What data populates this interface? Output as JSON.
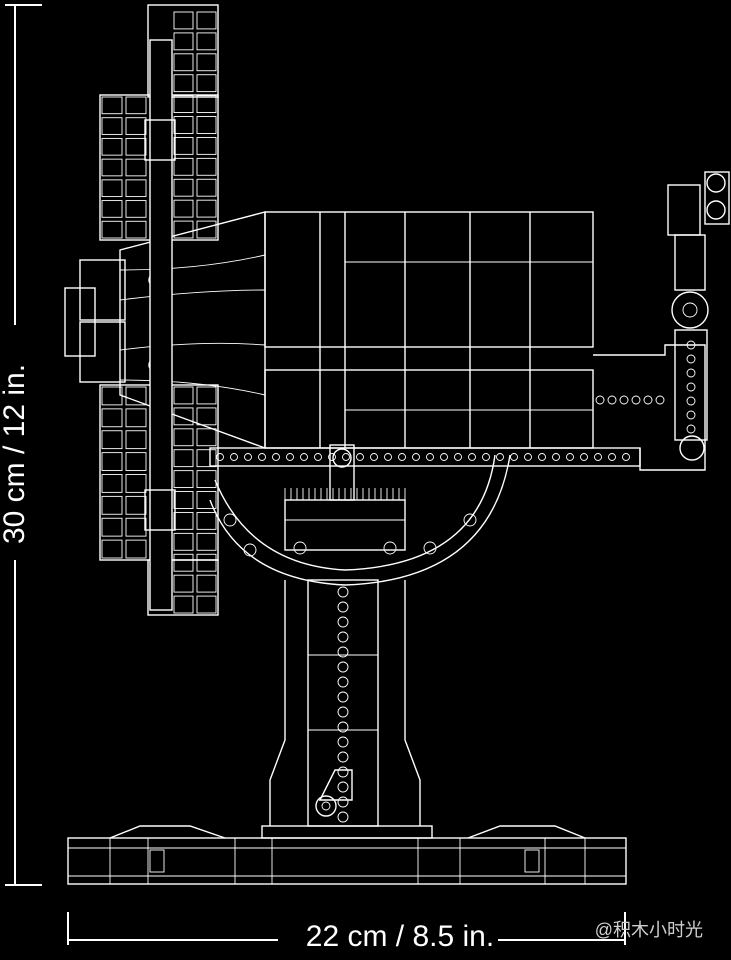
{
  "dimensions": {
    "height": "30 cm / 12 in.",
    "width": "22 cm / 8.5 in."
  },
  "watermark": "@积木小时光",
  "colors": {
    "background": "#000000",
    "line": "#ffffff"
  }
}
